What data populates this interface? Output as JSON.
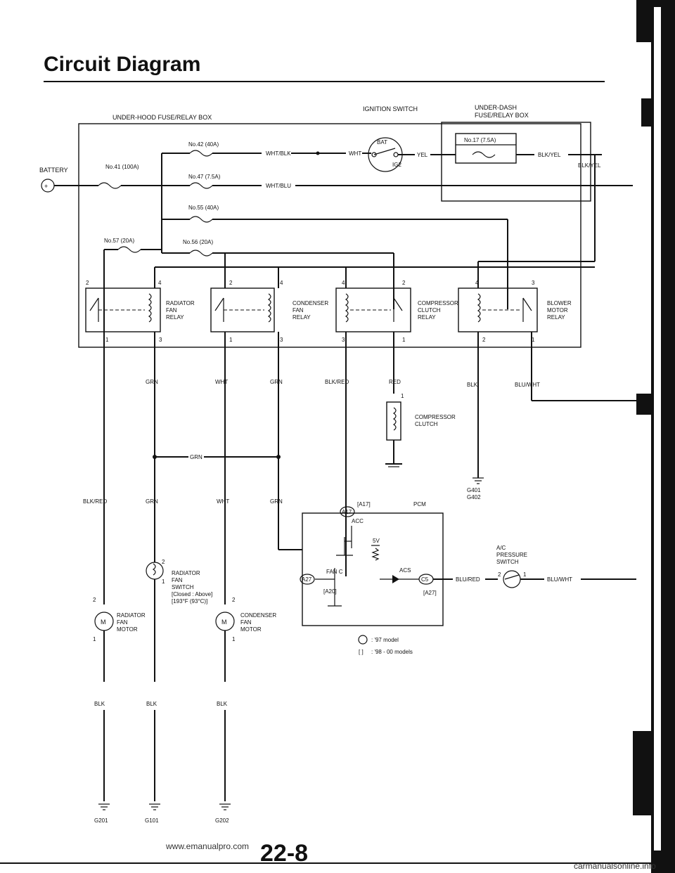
{
  "page_title": "Circuit Diagram",
  "page_number": "22-8",
  "footer": {
    "left_url": "www.emanualpro.com",
    "right_url": "carmanualsonline.info"
  },
  "boxes": {
    "under_hood": "UNDER-HOOD FUSE/RELAY BOX",
    "under_dash_1": "UNDER-DASH",
    "under_dash_2": "FUSE/RELAY BOX"
  },
  "battery": "BATTERY",
  "ignition": {
    "title": "IGNITION SWITCH",
    "bat": "BAT",
    "ig2": "IG2"
  },
  "fuses": {
    "f42": "No.42 (40A)",
    "f41": "No.41 (100A)",
    "f47": "No.47 (7.5A)",
    "f55": "No.55 (40A)",
    "f57": "No.57 (20A)",
    "f56": "No.56 (20A)",
    "f17": "No.17 (7.5A)"
  },
  "wires": {
    "wht_blk": "WHT/BLK",
    "wht": "WHT",
    "yel": "YEL",
    "blk_yel": "BLK/YEL",
    "wht_blu": "WHT/BLU",
    "grn": "GRN",
    "blk_red": "BLK/RED",
    "red": "RED",
    "blk": "BLK",
    "blu_wht": "BLU/WHT",
    "blu_red": "BLU/RED"
  },
  "relays": {
    "radiator": {
      "l1": "RADIATOR",
      "l2": "FAN",
      "l3": "RELAY"
    },
    "condenser": {
      "l1": "CONDENSER",
      "l2": "FAN",
      "l3": "RELAY"
    },
    "compressor": {
      "l1": "COMPRESSOR",
      "l2": "CLUTCH",
      "l3": "RELAY"
    },
    "blower": {
      "l1": "BLOWER",
      "l2": "MOTOR",
      "l3": "RELAY"
    }
  },
  "pins": {
    "p1": "1",
    "p2": "2",
    "p3": "3",
    "p4": "4"
  },
  "clutch": {
    "l1": "COMPRESSOR",
    "l2": "CLUTCH"
  },
  "grounds": {
    "g401": "G401",
    "g402": "G402",
    "g201": "G201",
    "g101": "G101",
    "g202": "G202"
  },
  "pcm": {
    "title": "PCM",
    "a17": "A17",
    "a27": "A27",
    "c5": "C5",
    "a17b": "[A17]",
    "a20b": "[A20]",
    "a27b": "[A27]",
    "acc": "ACC",
    "fanc": "FAN C",
    "acs": "ACS",
    "v5": "5V"
  },
  "ac_switch": {
    "l1": "A/C",
    "l2": "PRESSURE",
    "l3": "SWITCH"
  },
  "rad_switch": {
    "l1": "RADIATOR",
    "l2": "FAN",
    "l3": "SWITCH",
    "l4": "[Closed : Above]",
    "l5": "[193°F (93°C)]"
  },
  "rad_motor": {
    "l1": "RADIATOR",
    "l2": "FAN",
    "l3": "MOTOR"
  },
  "cond_motor": {
    "l1": "CONDENSER",
    "l2": "FAN",
    "l3": "MOTOR"
  },
  "motor_symbol": "M",
  "legend": {
    "a": ": '97 model",
    "b": ": '98 - 00 models"
  }
}
